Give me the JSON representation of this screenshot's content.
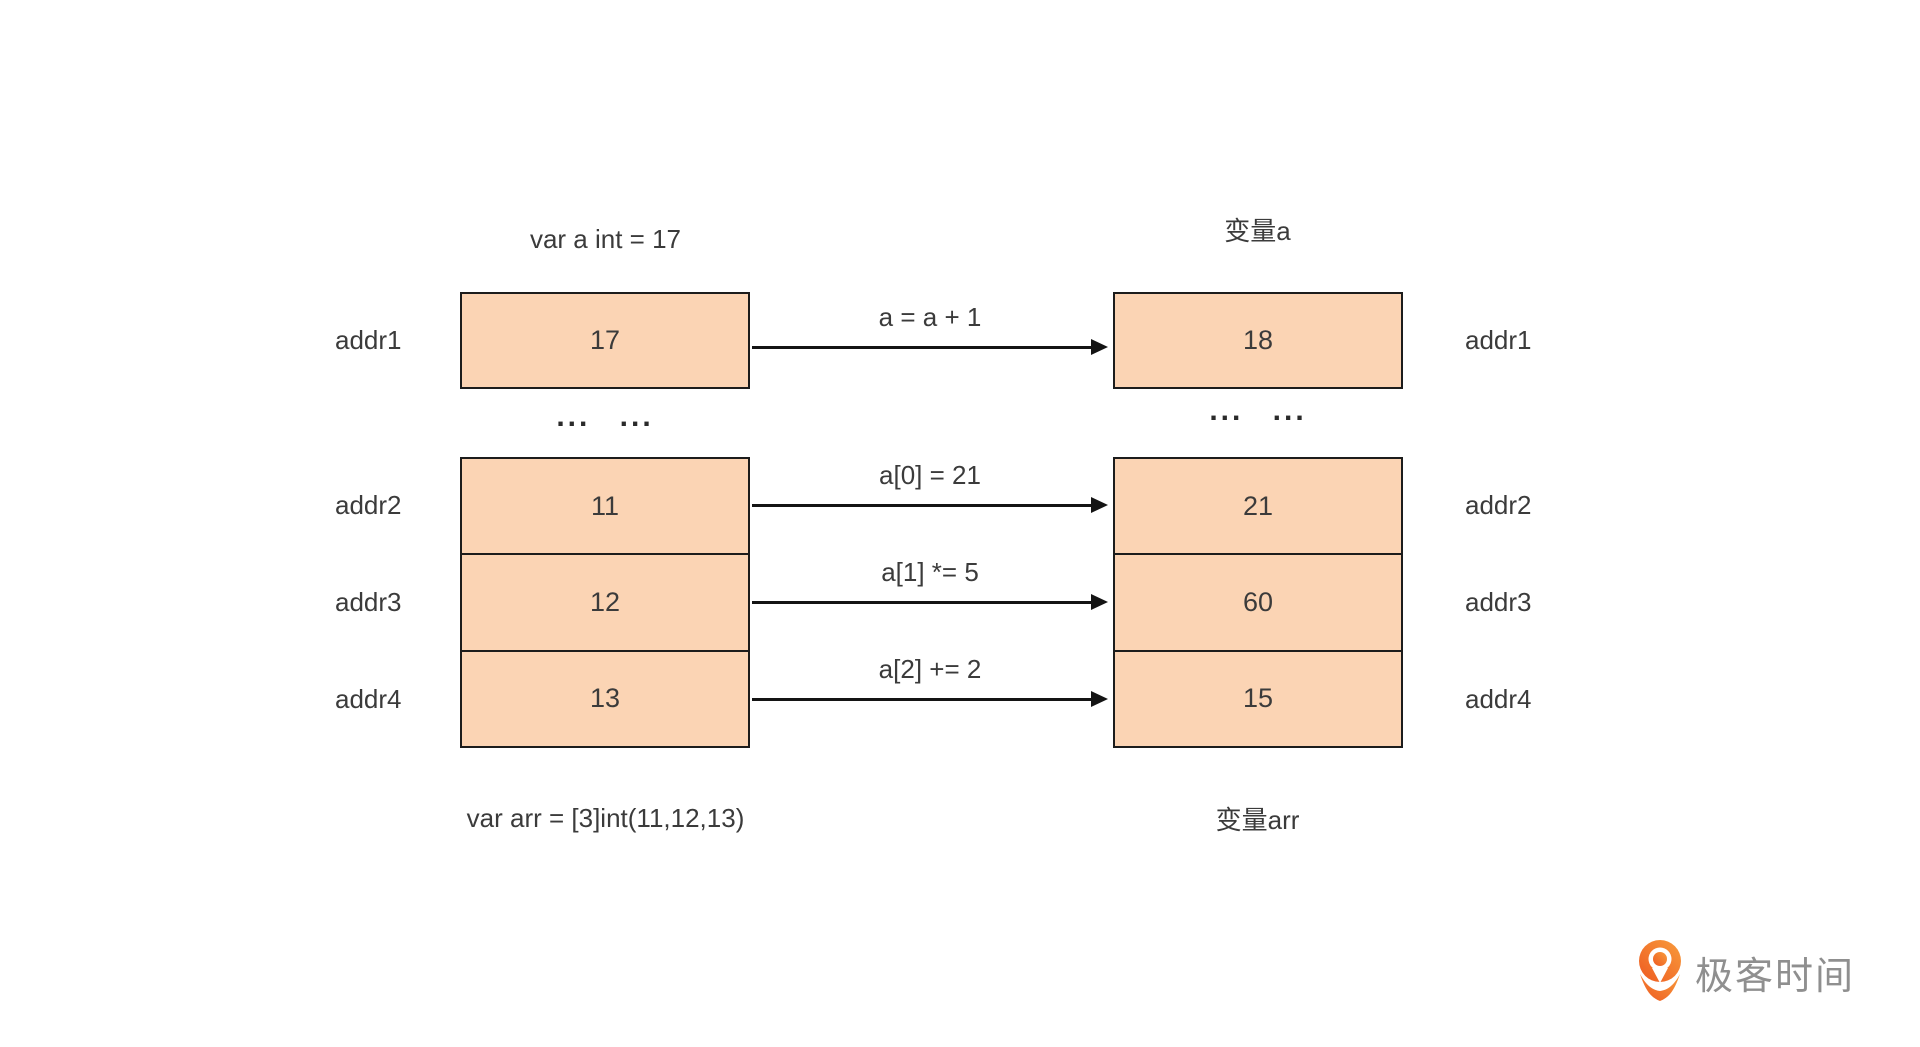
{
  "diagram": {
    "left_column": {
      "top_caption": "var a int = 17",
      "bottom_caption": "var arr = [3]int(11,12,13)",
      "addr1": "addr1",
      "addr2": "addr2",
      "addr3": "addr3",
      "addr4": "addr4",
      "scalar_value": "17",
      "ellipsis": "... ...",
      "array_values": [
        "11",
        "12",
        "13"
      ]
    },
    "right_column": {
      "top_caption": "变量a",
      "bottom_caption": "变量arr",
      "addr1": "addr1",
      "addr2": "addr2",
      "addr3": "addr3",
      "addr4": "addr4",
      "scalar_value": "18",
      "ellipsis": "... ...",
      "array_values": [
        "21",
        "60",
        "15"
      ]
    },
    "arrow_labels": [
      "a = a + 1",
      "a[0] = 21",
      "a[1] *= 5",
      "a[2] += 2"
    ],
    "colors": {
      "cell_fill": "#fbd4b4",
      "cell_border": "#1c1c1c",
      "text": "#3b3b3b",
      "arrow": "#141414"
    }
  },
  "branding": {
    "logo_text": "极客时间",
    "logo_orange": "#f1641f",
    "logo_gray": "#8f8f8f"
  }
}
